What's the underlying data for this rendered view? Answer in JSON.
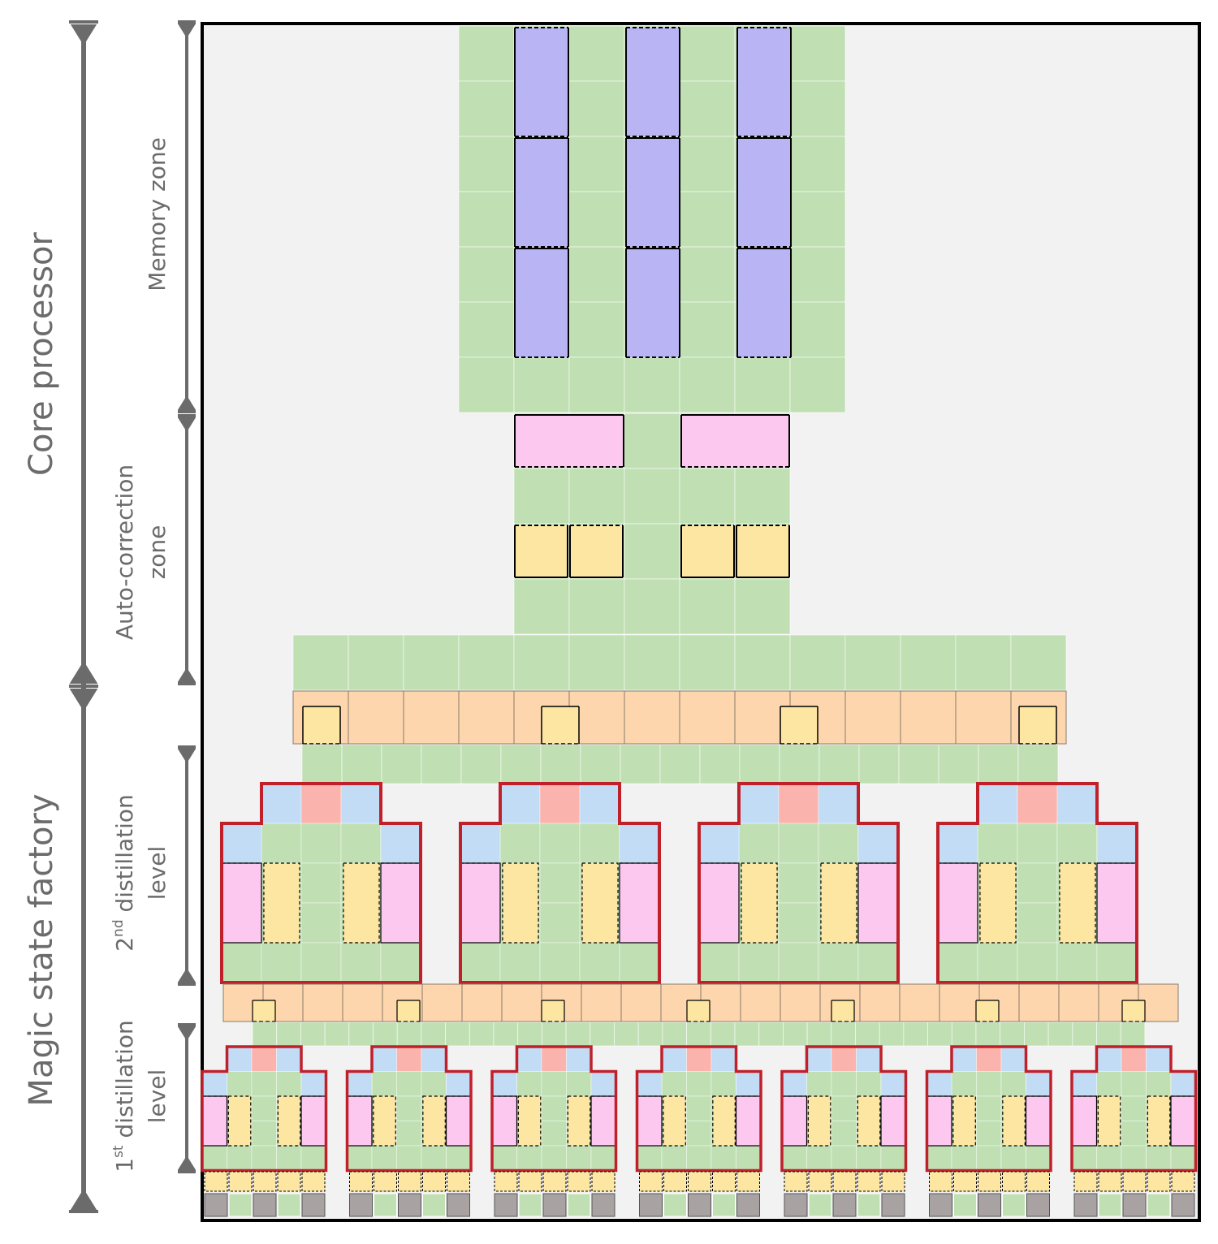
{
  "labels": {
    "core_processor": "Core processor",
    "magic_state_factory": "Magic state factory",
    "memory_zone": "Memory zone",
    "auto_correction_line1": "Auto-correction",
    "auto_correction_line2": "zone",
    "distill2_num": "2",
    "distill2_sup": "nd",
    "distill2_rest": " distillation",
    "distill2_line2": "level",
    "distill1_num": "1",
    "distill1_sup": "st",
    "distill1_rest": " distillation",
    "distill1_line2": "level"
  },
  "colors": {
    "background": "#f2f2f2",
    "routing_green": "#c0e0b4",
    "memory_purple": "#b9b5f5",
    "pink": "#fcc8f0",
    "yellow": "#fde6a2",
    "orange": "#fdd6ae",
    "blue": "#c2dcf5",
    "red_tile": "#fab3ad",
    "gray": "#a9a2a3",
    "outline_red": "#c0202a",
    "arrow_gray": "#6b6b6b"
  },
  "counts": {
    "memory_columns": 3,
    "memory_blocks_per_column": 3,
    "second_level_units": 4,
    "first_level_units": 7
  }
}
